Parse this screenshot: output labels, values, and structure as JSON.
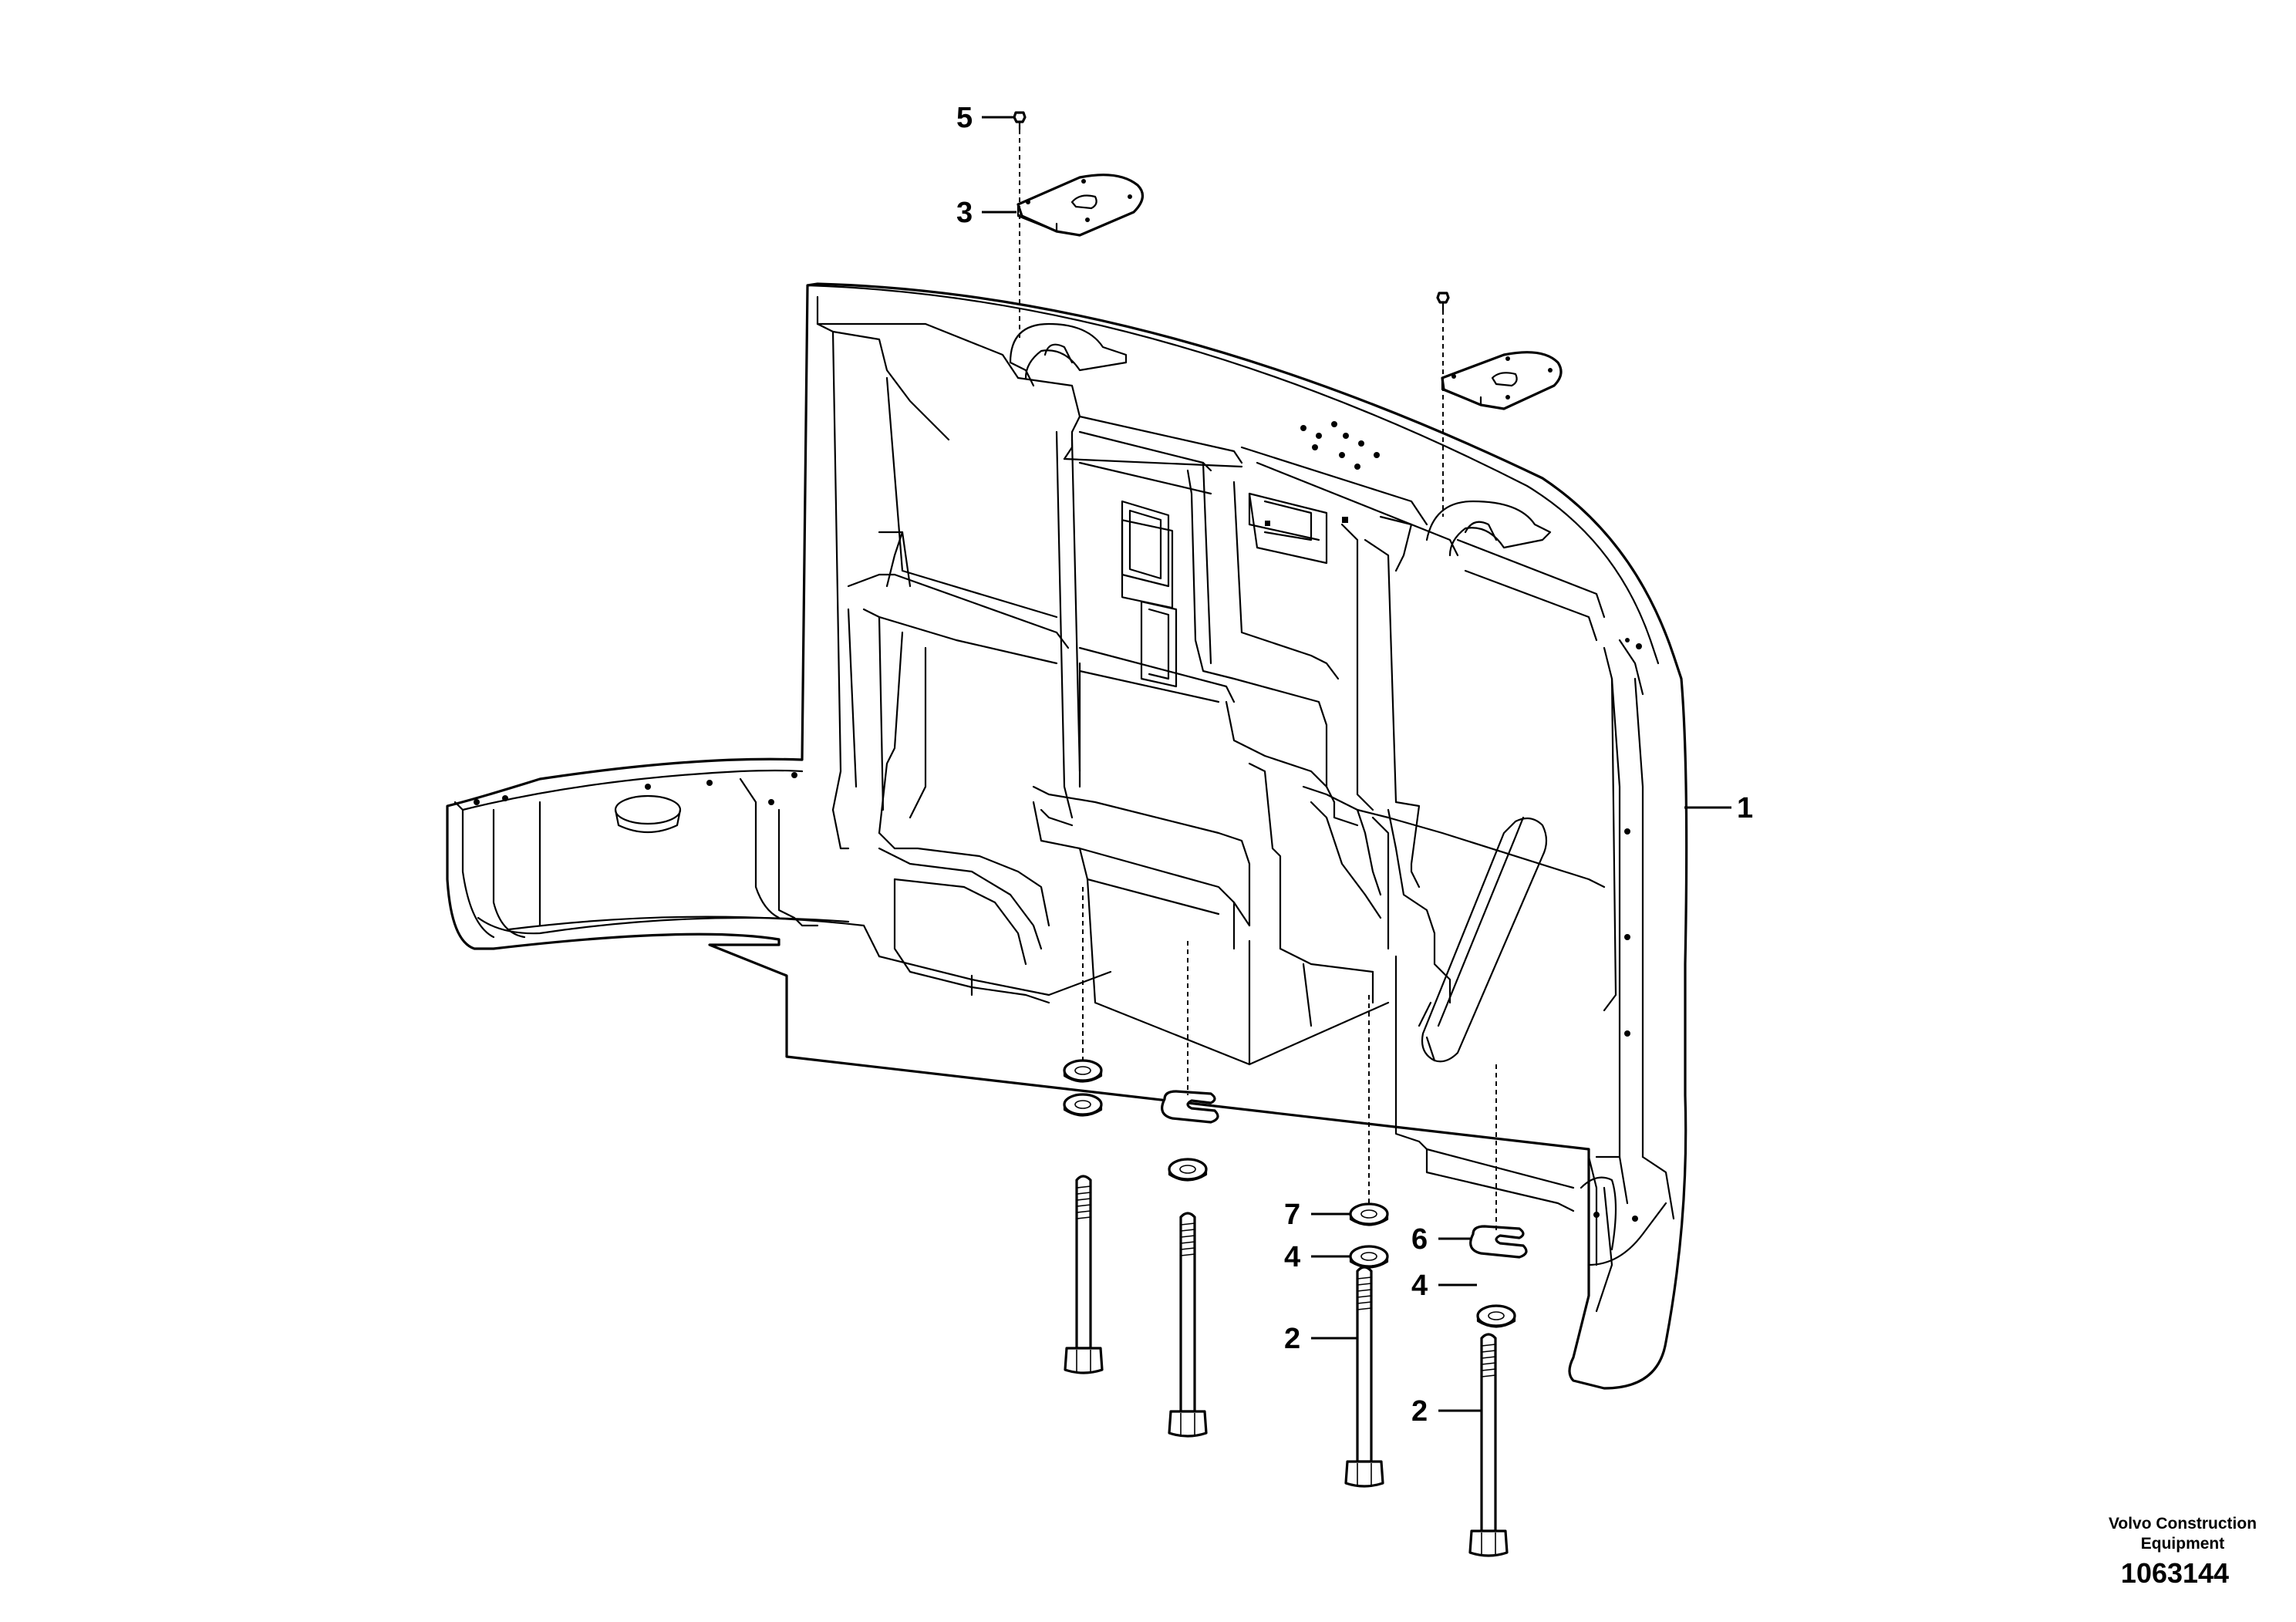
{
  "callouts": {
    "c1": "1",
    "c2a": "2",
    "c2b": "2",
    "c3": "3",
    "c4a": "4",
    "c4b": "4",
    "c5": "5",
    "c6": "6",
    "c7": "7"
  },
  "footer": {
    "brand_line1": "Volvo Construction",
    "brand_line2": "Equipment",
    "drawing_number": "1063144"
  }
}
